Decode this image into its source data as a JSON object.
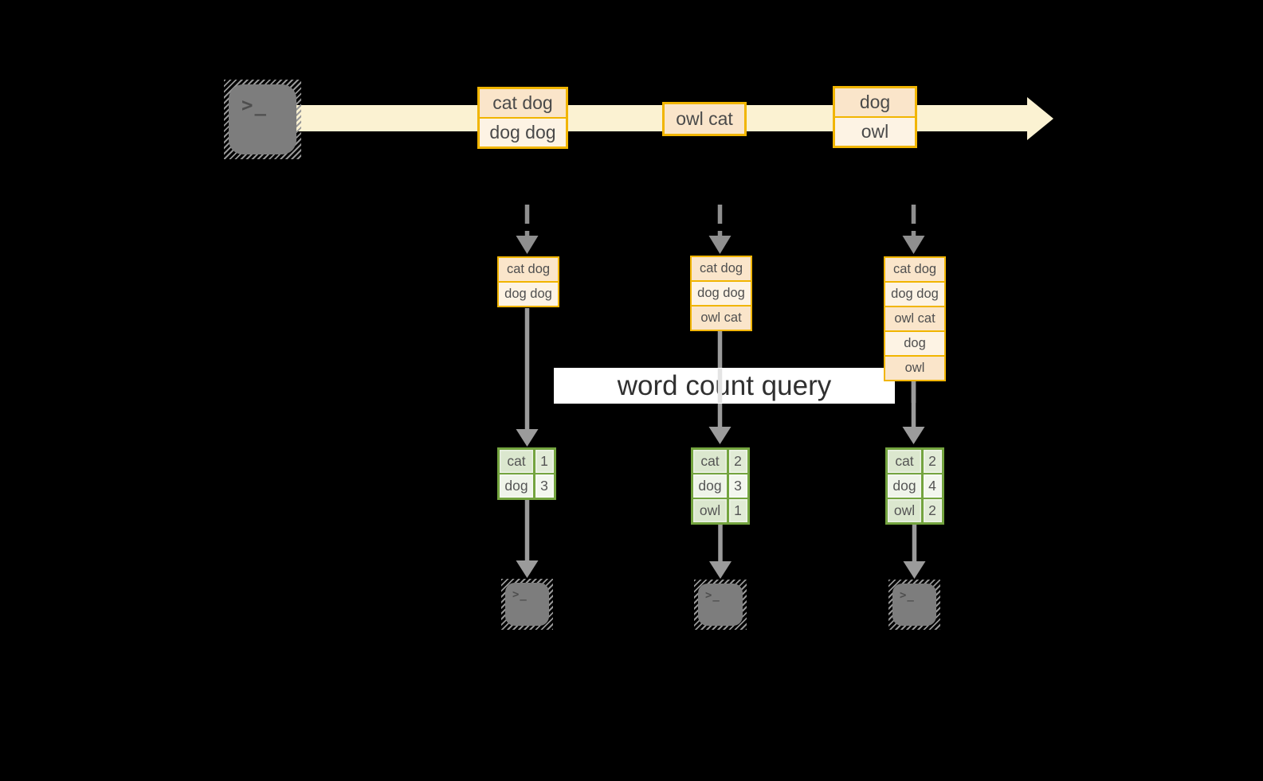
{
  "diagram": {
    "query_label": "word count query",
    "source_terminal": {
      "glyph": ">_"
    },
    "stream": {
      "events": [
        {
          "rows": [
            "cat dog",
            "dog dog"
          ]
        },
        {
          "rows": [
            "owl cat"
          ]
        },
        {
          "rows": [
            "dog",
            "owl"
          ]
        }
      ]
    },
    "stacks": [
      {
        "rows": [
          "cat dog",
          "dog dog"
        ]
      },
      {
        "rows": [
          "cat dog",
          "dog dog",
          "owl cat"
        ]
      },
      {
        "rows": [
          "cat dog",
          "dog dog",
          "owl cat",
          "dog",
          "owl"
        ]
      }
    ],
    "count_tables": [
      {
        "rows": [
          [
            "cat",
            "1"
          ],
          [
            "dog",
            "3"
          ]
        ]
      },
      {
        "rows": [
          [
            "cat",
            "2"
          ],
          [
            "dog",
            "3"
          ],
          [
            "owl",
            "1"
          ]
        ]
      },
      {
        "rows": [
          [
            "cat",
            "2"
          ],
          [
            "dog",
            "4"
          ],
          [
            "owl",
            "2"
          ]
        ]
      }
    ],
    "sink_terminals": [
      {
        "glyph": ">_"
      },
      {
        "glyph": ">_"
      },
      {
        "glyph": ">_"
      }
    ],
    "colors": {
      "background": "#000000",
      "stream_fill": "#FBF2D2",
      "event_border": "#F1B500",
      "event_fill_dark": "#FAE5CA",
      "event_fill_light": "#FDF3E4",
      "table_border": "#74A43F",
      "table_cell_dark": "#DBE7CE",
      "table_cell_light": "#EFF4E9",
      "arrow_gray": "#9B9B9B",
      "band_background": "#FFFFFF",
      "terminal_gray": "#7D7D7D"
    }
  }
}
